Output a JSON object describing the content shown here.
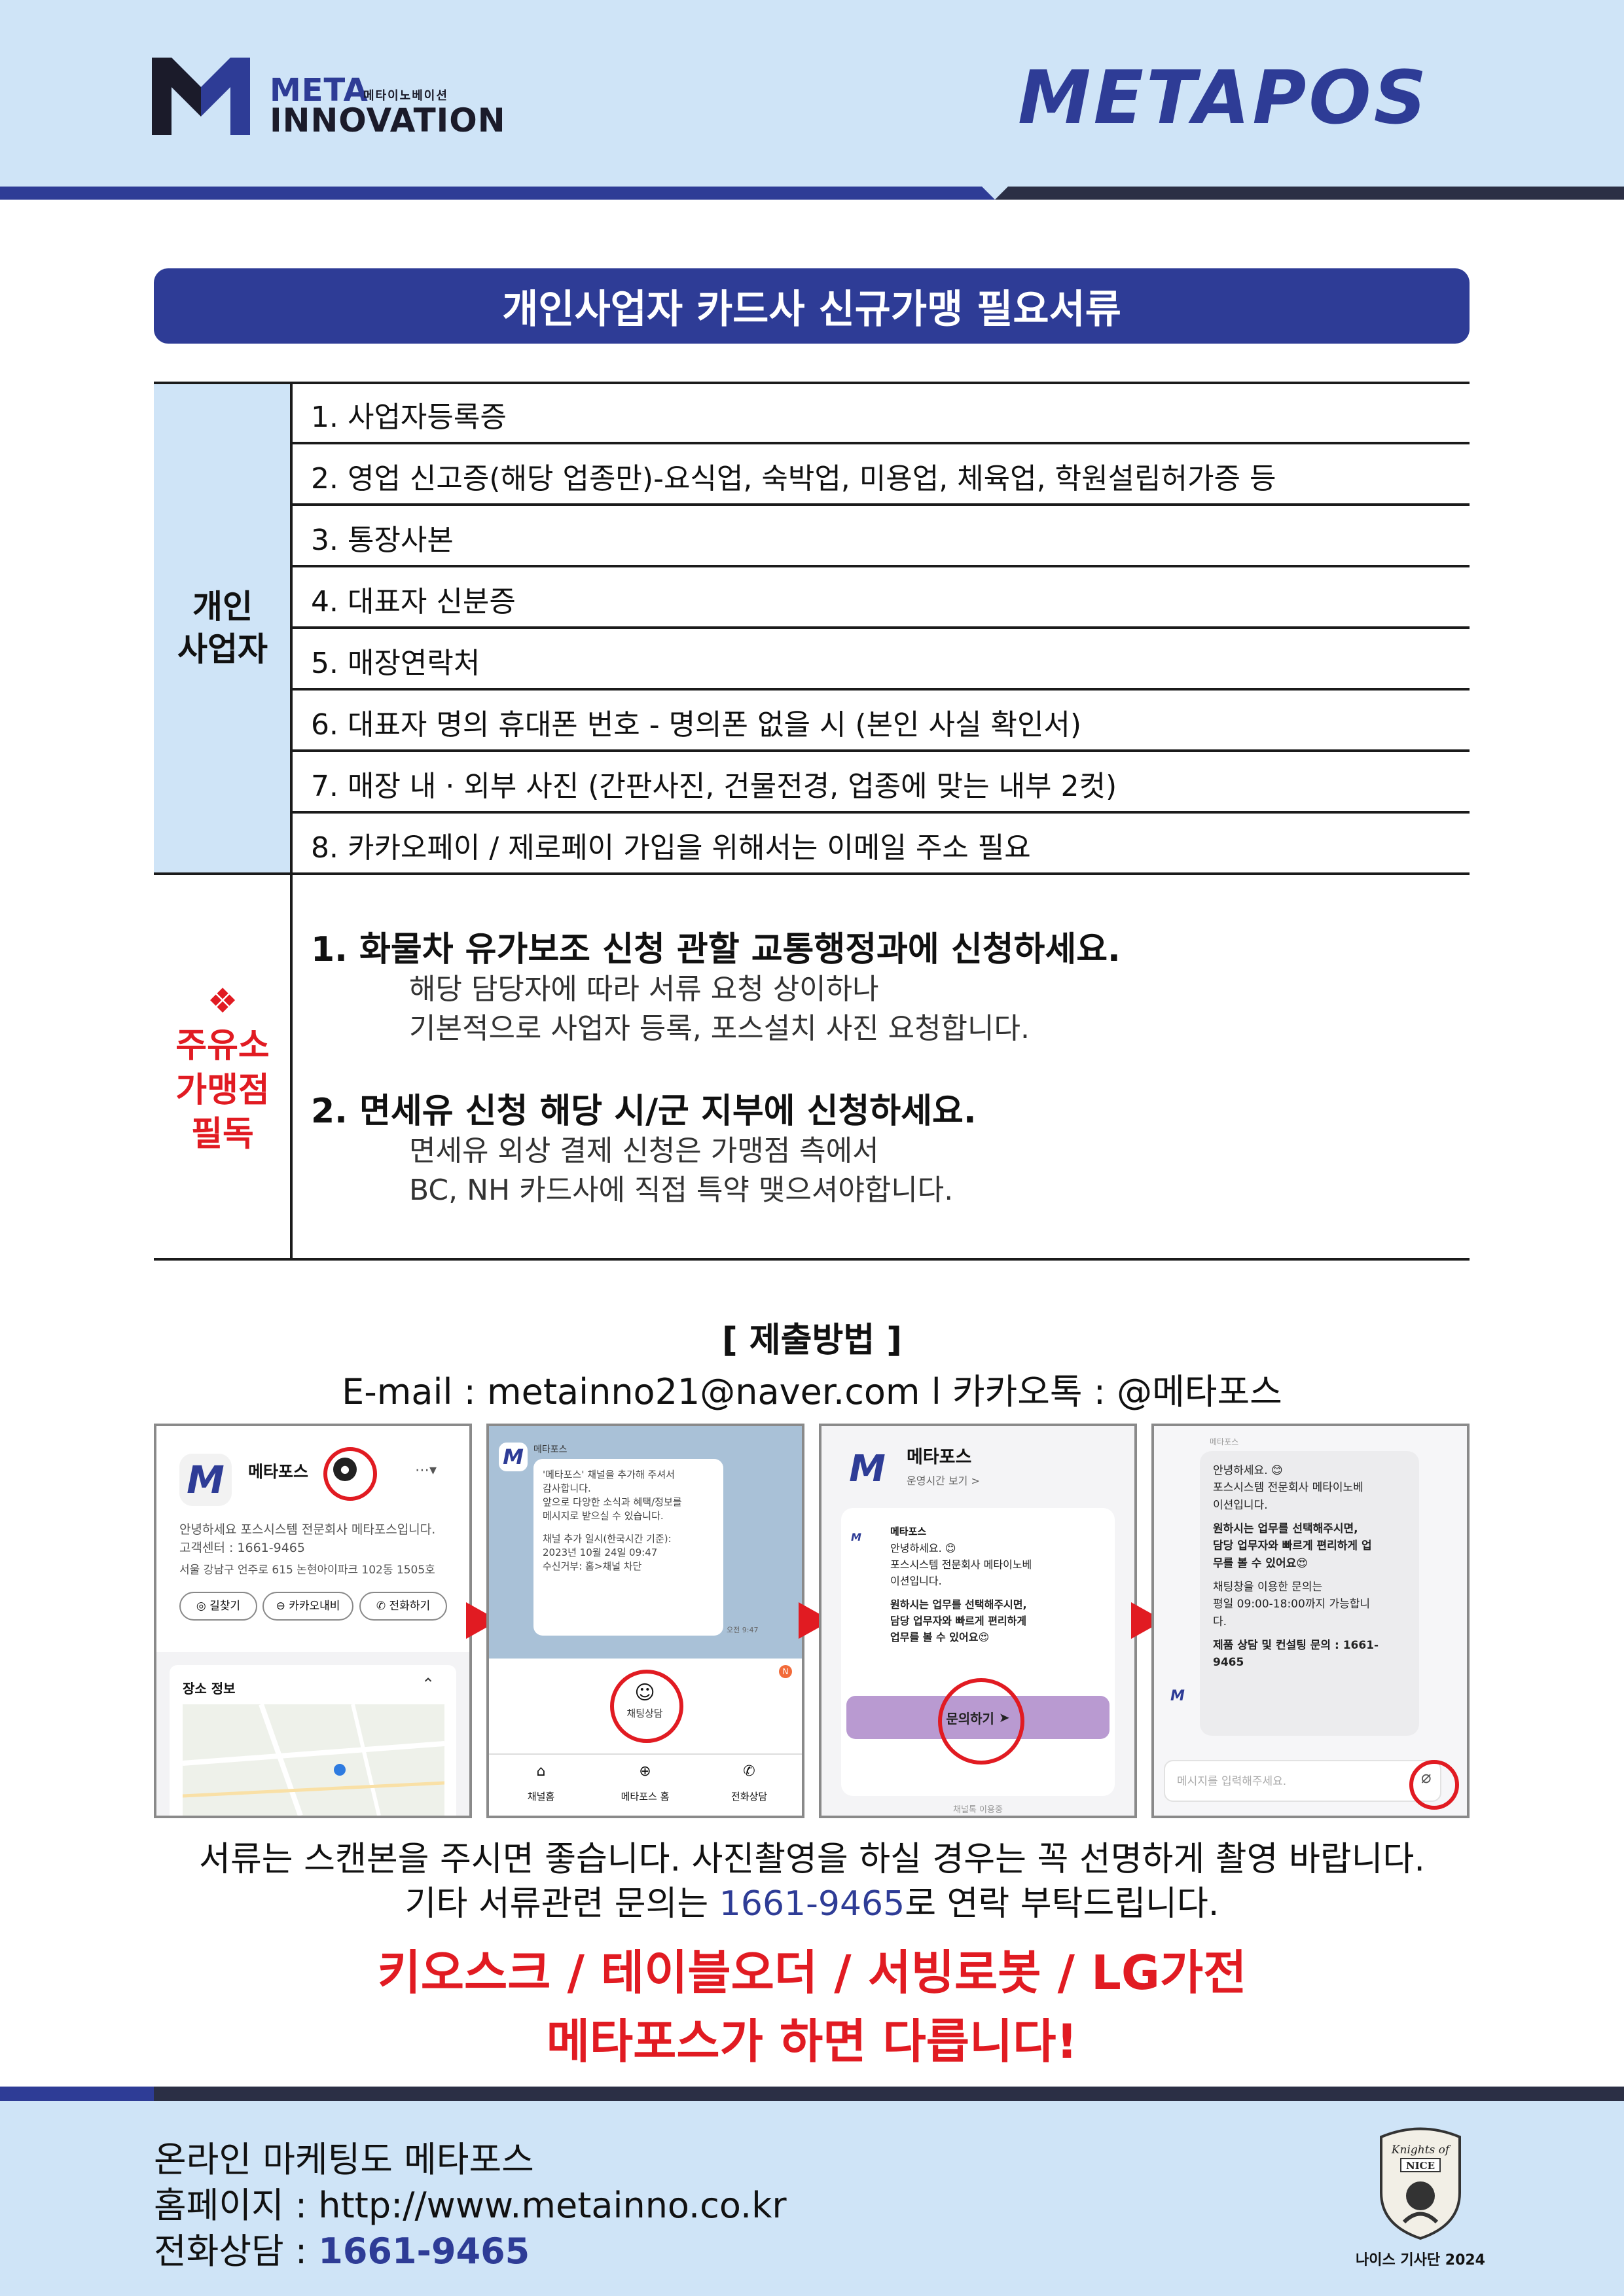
{
  "header": {
    "logo_meta": "META",
    "logo_sub": "메타이노베이션",
    "logo_innovation": "INNOVATION",
    "brand": "METAPOS"
  },
  "title": "개인사업자 카드사 신규가맹 필요서류",
  "personal": {
    "category": [
      "개인",
      "사업자"
    ],
    "items": [
      "1. 사업자등록증",
      "2. 영업 신고증(해당 업종만)-요식업, 숙박업, 미용업, 체육업, 학원설립허가증 등",
      "3. 통장사본",
      "4. 대표자 신분증",
      "5. 매장연락처",
      "6. 대표자 명의 휴대폰 번호 - 명의폰 없을 시 (본인 사실 확인서)",
      "7. 매장 내 · 외부 사진 (간판사진, 건물전경, 업종에 맞는 내부 2컷)",
      "8. 카카오페이 / 제로페이 가입을 위해서는 이메일 주소 필요"
    ]
  },
  "gas": {
    "symbol": "❖",
    "category": [
      "주유소",
      "가맹점",
      "필독"
    ],
    "notes": [
      {
        "head": "1. 화물차 유가보조 신청 관할 교통행정과에 신청하세요.",
        "body": [
          "해당 담당자에 따라 서류 요청 상이하나",
          "기본적으로 사업자 등록, 포스설치 사진 요청합니다."
        ]
      },
      {
        "head": "2. 면세유 신청 해당 시/군 지부에 신청하세요.",
        "body": [
          "면세유 외상 결제 신청은 가맹점 측에서",
          "BC, NH 카드사에 직접 특약 맺으셔야합니다."
        ]
      }
    ]
  },
  "submission": {
    "title": "[ 제출방법 ]",
    "contact": "E-mail : metainno21@naver.com l 카카오톡 : @메타포스"
  },
  "screens": {
    "s1": {
      "name": "메타포스",
      "desc": [
        "안녕하세요 포스시스템 전문회사 메타포스입니다.",
        "고객센터 : 1661-9465",
        "서울 강남구 언주로 615 논현아이파크 102동 1505호"
      ],
      "buttons": [
        "길찾기",
        "카카오내비",
        "전화하기"
      ],
      "place": "장소 정보"
    },
    "s2": {
      "sender": "메타포스",
      "message": [
        "'메타포스' 채널을 추가해 주셔서",
        "감사합니다.",
        "앞으로 다양한 소식과 혜택/정보를",
        "메시지로 받으실 수 있습니다.",
        "",
        "채널 추가 일시(한국시간 기준):",
        "2023년 10월 24일 09:47",
        "수신거부: 홈>채널 차단"
      ],
      "time": "오전 9:47",
      "consult": "채팅상담",
      "tabs": [
        "채널홈",
        "메타포스 홈",
        "전화상담"
      ]
    },
    "s3": {
      "name": "메타포스",
      "hours_link": "운영시간 보기 >",
      "sender": "메타포스",
      "message": [
        "안녕하세요. 😊",
        "포스시스템 전문회사 메타이노베",
        "이션입니다."
      ],
      "message_bold": [
        "원하시는 업무를 선택해주시면,",
        "담당 업무자와 빠르게 편리하게",
        "업무를 볼 수 있어요😍"
      ],
      "button": "문의하기",
      "footer": "채널톡 이용중"
    },
    "s4": {
      "sender": "메타포스",
      "message": [
        "안녕하세요. 😊",
        "포스시스템 전문회사 메타이노베",
        "이션입니다."
      ],
      "message_bold": [
        "원하시는 업무를 선택해주시면,",
        "담당 업무자와 빠르게 편리하게 업",
        "무를 볼 수 있어요😍"
      ],
      "hours": [
        "채팅창을 이용한 문의는",
        "평일 09:00-18:00까지 가능합니",
        "다."
      ],
      "inquiry": [
        "제품 상담 및 컨설팅 문의 : 1661-",
        "9465"
      ],
      "placeholder": "메시지를 입력해주세요."
    }
  },
  "notice": {
    "line1": "서류는 스캔본을 주시면 좋습니다. 사진촬영을 하실 경우는 꼭 선명하게 촬영 바랍니다.",
    "line2_pre": "기타 서류관련 문의는 ",
    "line2_phone": "1661-9465",
    "line2_post": "로 연락 부탁드립니다."
  },
  "slogan": {
    "line1": "키오스크 / 테이블오더 / 서빙로봇 / LG가전",
    "line2": "메타포스가 하면 다릅니다!"
  },
  "footer": {
    "line1": "온라인 마케팅도 메타포스",
    "line2": "홈페이지 : http://www.metainno.co.kr",
    "line3_label": "전화상담 : ",
    "line3_phone": "1661-9465",
    "badge_top": "Knights of",
    "badge_mid": "NICE",
    "badge_caption": "나이스 기사단 2024"
  },
  "colors": {
    "navy": "#2e3c96",
    "light_blue": "#cfe4f7",
    "red": "#e11b22",
    "dark": "#2b2f45"
  }
}
